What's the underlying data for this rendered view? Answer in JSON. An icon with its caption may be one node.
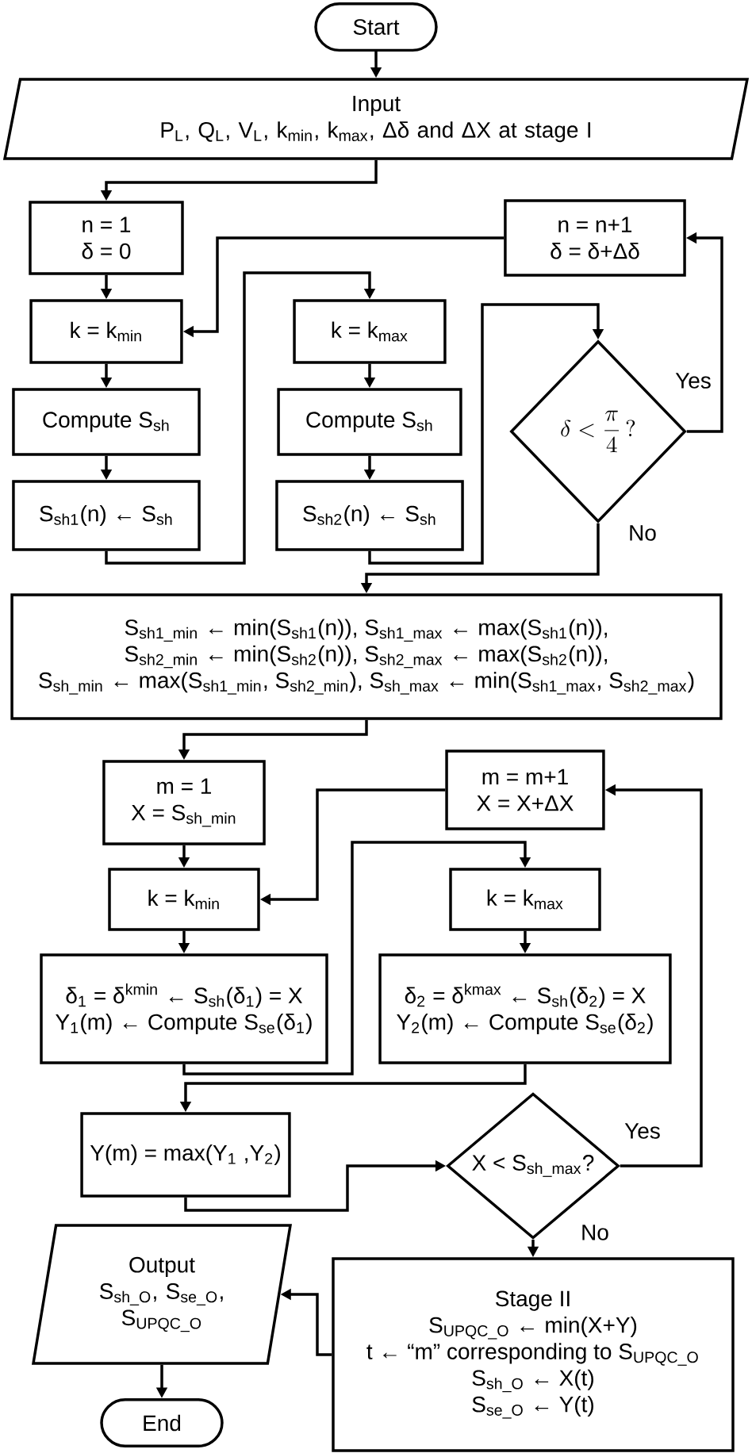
{
  "diagram": {
    "nodes": [
      {
        "text": [
          "Start"
        ]
      },
      {
        "text": [
          "Input",
          "P$_{L}$, Q$_{L}$, V$_{L}$, k$_{min}$, k$_{max}$, Δδ and ΔX at stage I"
        ]
      },
      {
        "text": [
          "n = 1",
          "δ = 0"
        ]
      },
      {
        "text": [
          "n = n+1",
          "δ = δ+Δδ"
        ]
      },
      {
        "text": [
          "k = k$_{min}$"
        ]
      },
      {
        "text": [
          "k = k$_{max}$"
        ]
      },
      {
        "text": [
          "\\delta < \\frac{\\pi}{4}\\,?"
        ]
      },
      {
        "text": [
          "Compute S$_{sh}$"
        ]
      },
      {
        "text": [
          "Compute S$_{sh}$"
        ]
      },
      {
        "text": [
          "S$_{sh1}$(n) ← S$_{sh}$"
        ]
      },
      {
        "text": [
          "S$_{sh2}$(n) ← S$_{sh}$"
        ]
      },
      {
        "text": [
          "S$_{sh1_min}$ ← min(S$_{sh1}$(n)), S$_{sh1_max}$ ← max(S$_{sh1}$(n)),",
          "S$_{sh2_min}$ ← min(S$_{sh2}$(n)), S$_{sh2_max}$ ← max(S$_{sh2}$(n)),",
          "S$_{sh_min}$ ← max(S$_{sh1_min}$, S$_{sh2_min}$), S$_{sh_max}$ ← min(S$_{sh1_max}$, S$_{sh2_max}$)"
        ]
      },
      {
        "text": [
          "m = 1",
          "X = S$_{sh_min}$"
        ]
      },
      {
        "text": [
          "m = m+1",
          "X = X+ΔX"
        ]
      },
      {
        "text": [
          "k = k$_{min}$"
        ]
      },
      {
        "text": [
          "k = k$_{max}$"
        ]
      },
      {
        "text": [
          "δ$_{1}$ = δ$^{kmin}$ ← S$_{sh}$(δ$_{1}$) = X",
          "Y$_{1}$(m) ← Compute S$_{se}$(δ$_{1}$)"
        ]
      },
      {
        "text": [
          "δ$_{2}$ = δ$^{kmax}$ ← S$_{sh}$(δ$_{2}$) = X",
          "Y$_{2}$(m) ← Compute S$_{se}$(δ$_{2}$)"
        ]
      },
      {
        "text": [
          "Y(m) = max(Y$_{1}$ ,Y$_{2}$)"
        ]
      },
      {
        "text": [
          "X < S$_{sh_max}$?"
        ]
      },
      {
        "text": [
          "Output",
          "S$_{sh_O}$, S$_{se_O}$, S$_{UPQC_O}$"
        ]
      },
      {
        "text": [
          "Stage II",
          "S$_{UPQC_O}$ ← min(X+Y)",
          "t ← “m” corresponding to S$_{UPQC_O}$",
          "S$_{sh_O}$ ← X(t)",
          "S$_{se_O}$ ← Y(t)"
        ]
      },
      {
        "text": [
          "End"
        ]
      }
    ],
    "edges": [
      {
        "from": 0,
        "to": 1,
        "arrow": "to"
      },
      {
        "from": 1,
        "to": 2,
        "arrow": "to"
      },
      {
        "from": 2,
        "to": 4,
        "arrow": "to"
      },
      {
        "from": 3,
        "to": 4,
        "arrow": "to"
      },
      {
        "from": 4,
        "to": 7,
        "arrow": "to"
      },
      {
        "from": 7,
        "to": 9,
        "arrow": "to"
      },
      {
        "from": 9,
        "to": 5,
        "arrow": "to"
      },
      {
        "from": 5,
        "to": 8,
        "arrow": "to"
      },
      {
        "from": 8,
        "to": 10,
        "arrow": "to"
      },
      {
        "from": 10,
        "to": 6,
        "arrow": "to"
      },
      {
        "from": 6,
        "to": 3,
        "arrow": "to",
        "label": "Yes"
      },
      {
        "from": 6,
        "to": 11,
        "arrow": "to",
        "label": "No"
      },
      {
        "from": 11,
        "to": 12,
        "arrow": "to"
      },
      {
        "from": 12,
        "to": 14,
        "arrow": "to"
      },
      {
        "from": 13,
        "to": 14,
        "arrow": "to"
      },
      {
        "from": 14,
        "to": 16,
        "arrow": "to"
      },
      {
        "from": 16,
        "to": 15,
        "arrow": "to"
      },
      {
        "from": 15,
        "to": 17,
        "arrow": "to"
      },
      {
        "from": 17,
        "to": 18,
        "arrow": "to"
      },
      {
        "from": 18,
        "to": 19,
        "arrow": "to"
      },
      {
        "from": 19,
        "to": 13,
        "arrow": "to",
        "label": "Yes"
      },
      {
        "from": 19,
        "to": 21,
        "arrow": "to",
        "label": "No"
      },
      {
        "from": 21,
        "to": 20,
        "arrow": "to"
      },
      {
        "from": 20,
        "to": 22,
        "arrow": "to"
      }
    ]
  }
}
